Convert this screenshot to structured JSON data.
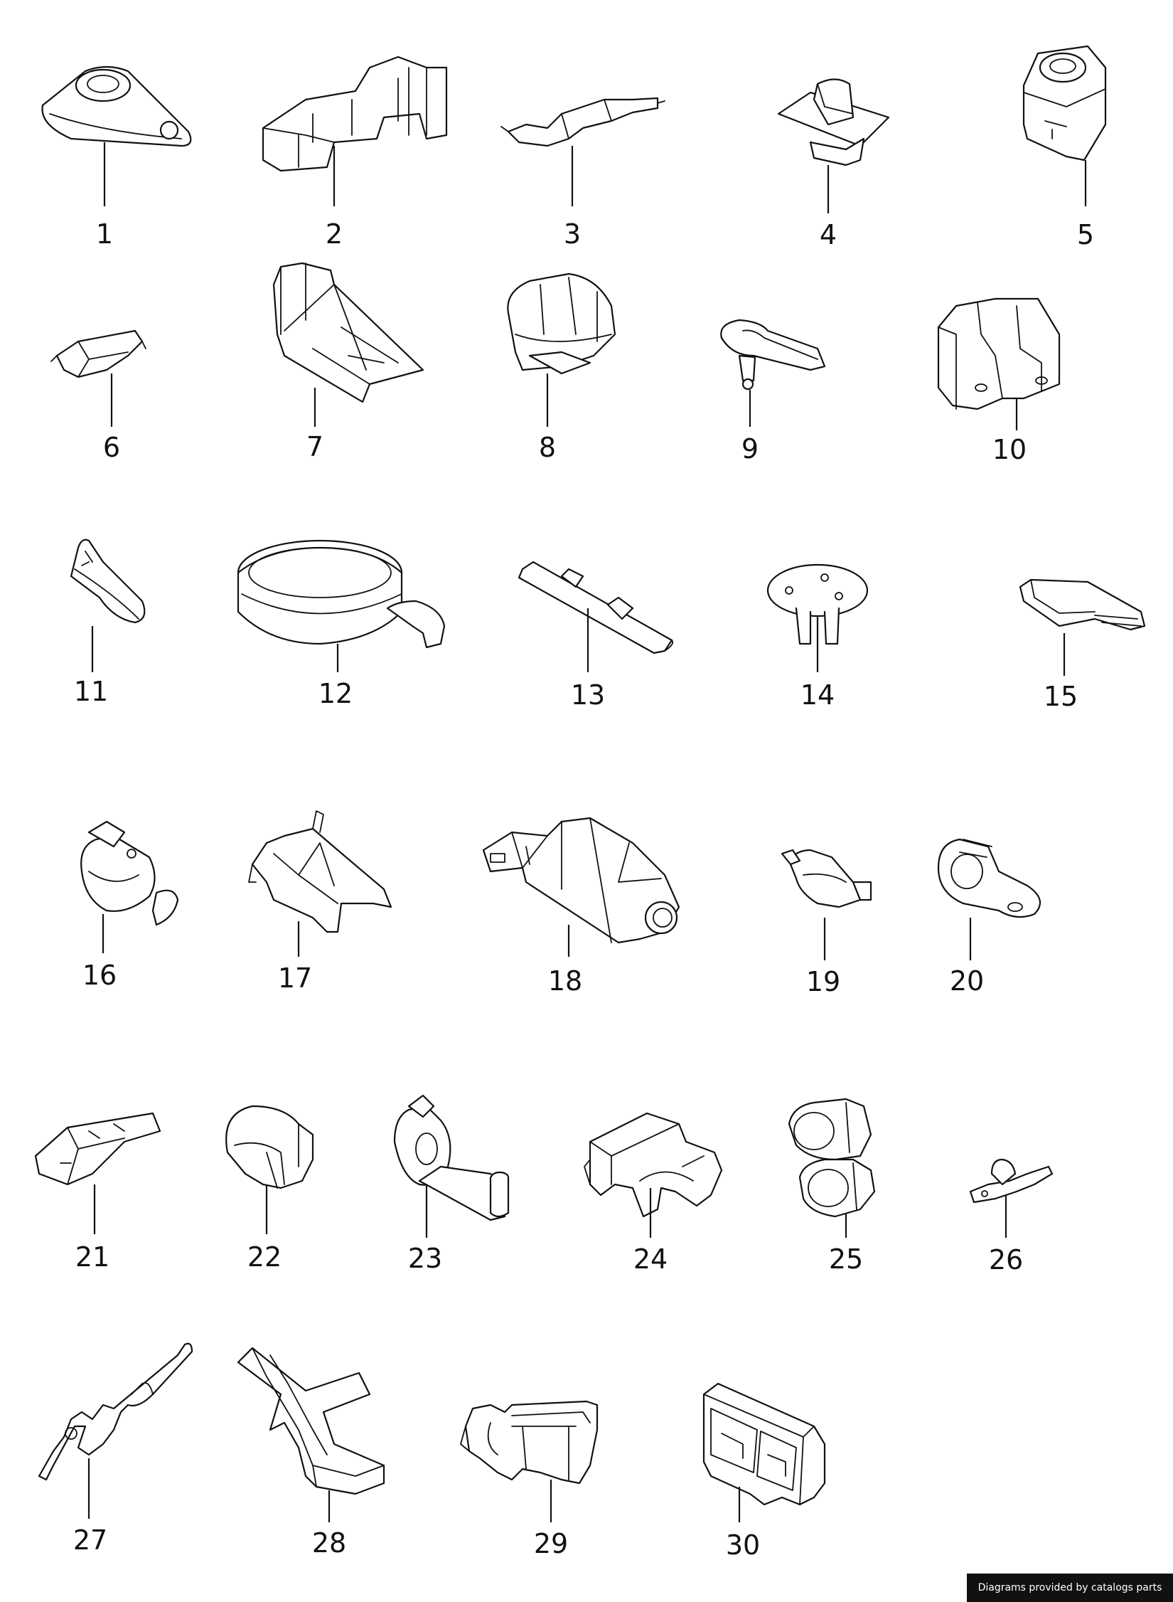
{
  "callouts": [
    "1",
    "2",
    "3",
    "4",
    "5",
    "6",
    "7",
    "8",
    "9",
    "10",
    "11",
    "12",
    "13",
    "14",
    "15",
    "16",
    "17",
    "18",
    "19",
    "20",
    "21",
    "22",
    "23",
    "24",
    "25",
    "26",
    "27",
    "28",
    "29",
    "30"
  ],
  "credit": "Diagrams provided by catalogs parts"
}
